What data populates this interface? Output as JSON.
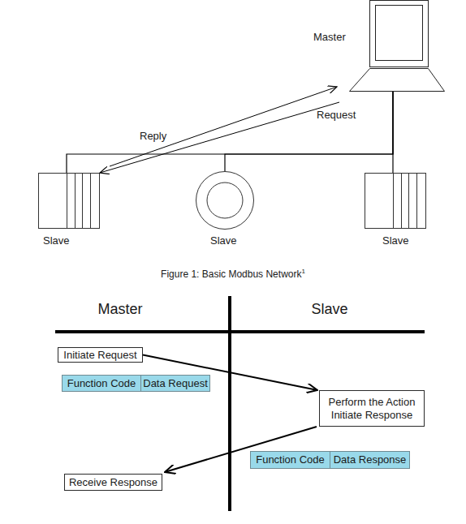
{
  "diagram": {
    "caption": "Figure 1: Basic Modbus Network",
    "nodes": [
      {
        "text": [
          "Master"
        ]
      },
      {
        "text": [
          "Slave"
        ]
      },
      {
        "text": [
          "Slave"
        ]
      },
      {
        "text": [
          "Slave"
        ]
      },
      {
        "text": [
          "Initiate Request"
        ]
      },
      {
        "text": [
          "Function Code"
        ]
      },
      {
        "text": [
          "Data Request"
        ]
      },
      {
        "text": [
          "Perform the Action Initiate Response"
        ]
      },
      {
        "text": [
          "Function Code"
        ]
      },
      {
        "text": [
          "Data Response"
        ]
      },
      {
        "text": [
          "Receive Response"
        ]
      }
    ],
    "edges": [
      {
        "from": 0,
        "to": 1,
        "arrow": "to",
        "label": "Request"
      },
      {
        "from": 1,
        "to": 0,
        "arrow": "to",
        "label": "Reply"
      },
      {
        "from": 0,
        "to": 1,
        "arrow": "none"
      },
      {
        "from": 0,
        "to": 2,
        "arrow": "none"
      },
      {
        "from": 0,
        "to": 3,
        "arrow": "none"
      },
      {
        "from": 4,
        "to": 7,
        "arrow": "to"
      },
      {
        "from": 7,
        "to": 10,
        "arrow": "to"
      }
    ],
    "labels": [
      "1",
      "Master",
      "Slave"
    ]
  }
}
